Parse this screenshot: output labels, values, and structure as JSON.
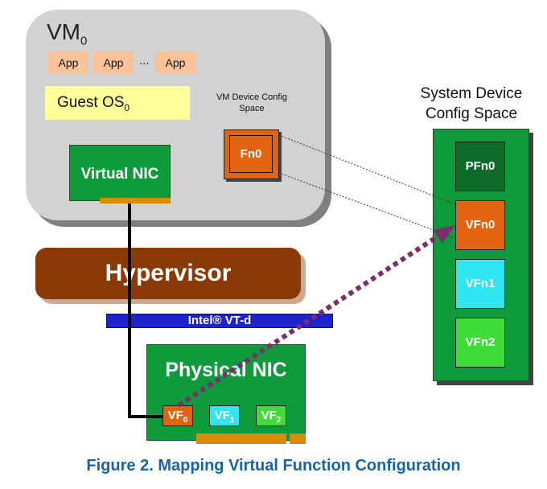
{
  "vm": {
    "title": "VM",
    "title_sub": "0",
    "apps": [
      "App",
      "App",
      "App"
    ],
    "ellipsis": "...",
    "guest_os": "Guest OS",
    "guest_os_sub": "0",
    "config_label": "VM Device Config Space",
    "fn_label": "Fn0",
    "vnic_label": "Virtual NIC"
  },
  "hypervisor": {
    "label": "Hypervisor"
  },
  "vtd": {
    "label": "Intel® VT-d"
  },
  "physical_nic": {
    "label": "Physical NIC",
    "vfs": [
      {
        "base": "VF",
        "sub": "0",
        "color": "#e36410"
      },
      {
        "base": "VF",
        "sub": "1",
        "color": "#2fe6f0"
      },
      {
        "base": "VF",
        "sub": "2",
        "color": "#3fdc3a"
      }
    ]
  },
  "system": {
    "label_line1": "System Device",
    "label_line2": "Config Space",
    "functions": [
      {
        "label": "PFn0",
        "color": "#0d6b2a"
      },
      {
        "label": "VFn0",
        "color": "#e36410"
      },
      {
        "label": "VFn1",
        "color": "#2fe6f0"
      },
      {
        "label": "VFn2",
        "color": "#3fdc3a"
      }
    ]
  },
  "colors": {
    "mapping_arrow": "#7b2d6c",
    "caption": "#1565a5"
  },
  "caption": "Figure 2. Mapping Virtual Function Configuration"
}
